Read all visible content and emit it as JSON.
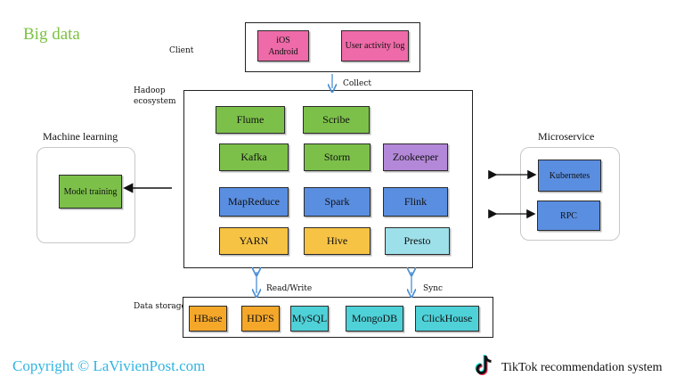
{
  "title": "Big data",
  "client": {
    "label": "Client",
    "items": [
      "iOS\nAndroid",
      "User activity log"
    ]
  },
  "collect_label": "Collect",
  "hadoop": {
    "label": "Hadoop\necosystem",
    "row1": [
      "Flume",
      "Scribe"
    ],
    "row2": [
      "Kafka",
      "Storm",
      "Zookeeper"
    ],
    "row3": [
      "MapReduce",
      "Spark",
      "Flink"
    ],
    "row4": [
      "YARN",
      "Hive",
      "Presto"
    ]
  },
  "ml": {
    "label": "Machine learning",
    "item": "Model training"
  },
  "microservice": {
    "label": "Microservice",
    "items": [
      "Kubernetes",
      "RPC"
    ]
  },
  "readwrite_label": "Read/Write",
  "sync_label": "Sync",
  "storage": {
    "label": "Data storage",
    "items": [
      "HBase",
      "HDFS",
      "MySQL",
      "MongoDB",
      "ClickHouse"
    ]
  },
  "footer": {
    "copyright": "Copyright © LaVivienPost.com",
    "brand": "TikTok recommendation system",
    "brand_icon": "tiktok-icon"
  },
  "colors": {
    "title": "#7cc242",
    "copyright": "#2fb4e2",
    "green": "#7cc04a",
    "purple": "#b388d8",
    "blue": "#5a8ee0",
    "yellow": "#f6c344",
    "cyan": "#9ee0ea",
    "teal": "#4fd1d8",
    "orange": "#f5a72a",
    "pink": "#ee6aa8",
    "arrow_blue": "#4a8fd6"
  }
}
